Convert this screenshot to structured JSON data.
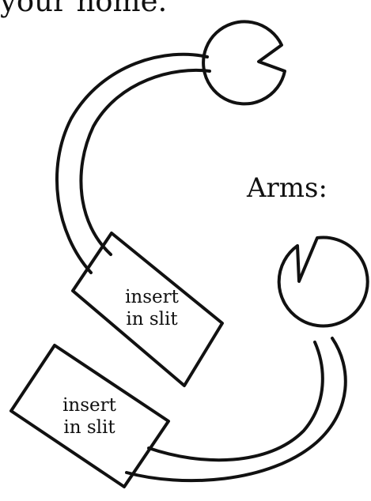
{
  "heading_fragment": "your home.",
  "arms_label": "Arms:",
  "tab_upper": {
    "line1": "insert",
    "line2": "in slit"
  },
  "tab_lower": {
    "line1": "insert",
    "line2": "in slit"
  },
  "colors": {
    "stroke": "#111111",
    "background": "#ffffff"
  }
}
